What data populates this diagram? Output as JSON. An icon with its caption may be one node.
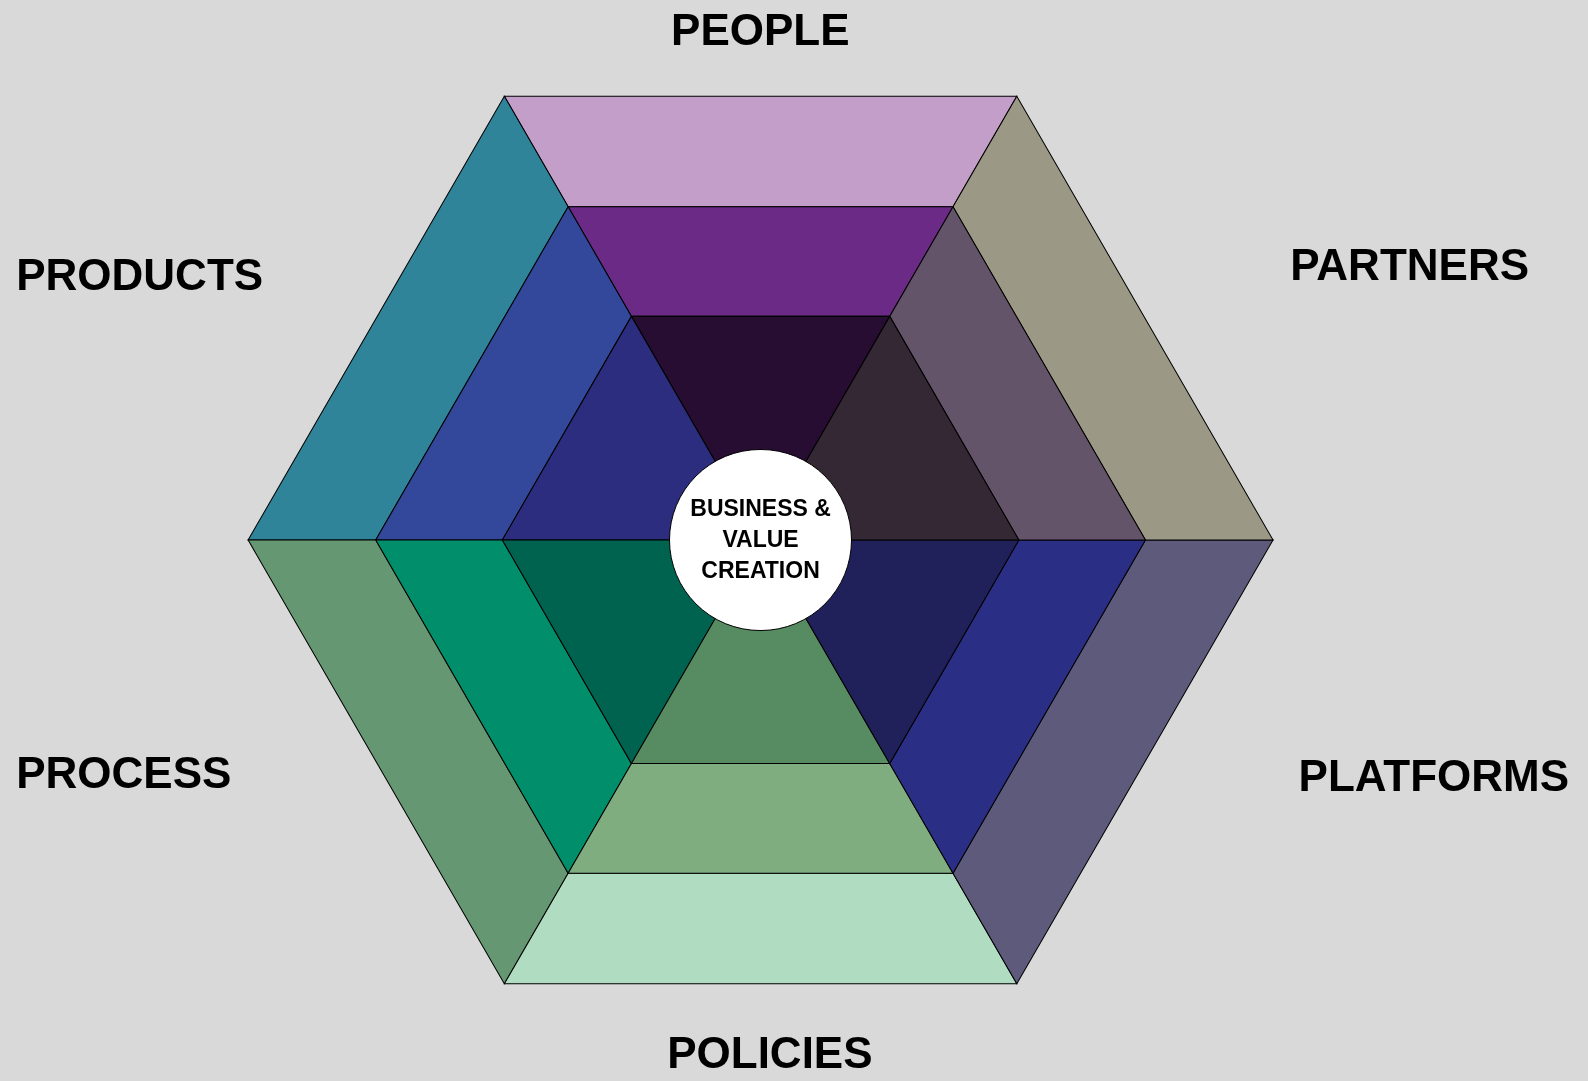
{
  "diagram": {
    "nodes": [
      {
        "text": [
          "BUSINESS & VALUE CREATION"
        ]
      }
    ],
    "labels": [
      "PEOPLE",
      "PRODUCTS",
      "PARTNERS",
      "PROCESS",
      "PLATFORMS",
      "POLICIES"
    ]
  }
}
